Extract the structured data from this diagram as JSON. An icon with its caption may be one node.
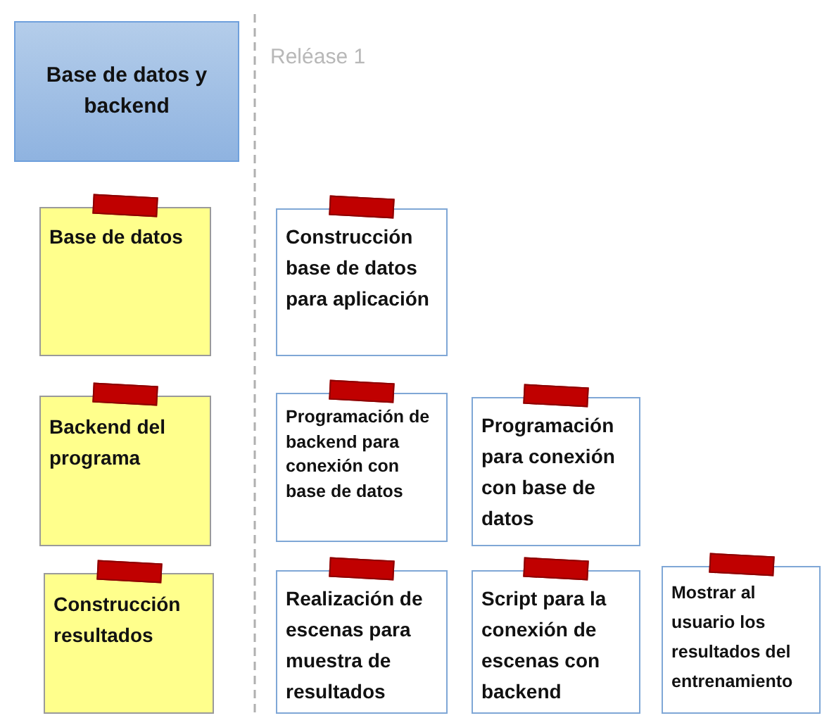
{
  "diagram": {
    "nodes": [
      {
        "text": [
          "Base de datos y backend"
        ]
      },
      {
        "text": [
          "Base de datos"
        ]
      },
      {
        "text": [
          "Construcción base de datos para aplicación"
        ]
      },
      {
        "text": [
          "Backend del programa"
        ]
      },
      {
        "text": [
          "Programación de backend para conexión con base de datos"
        ]
      },
      {
        "text": [
          "Programación para conexión con base de datos"
        ]
      },
      {
        "text": [
          "Construcción resultados"
        ]
      },
      {
        "text": [
          "Realización de escenas para muestra de resultados"
        ]
      },
      {
        "text": [
          "Script para la conexión de escenas con backend"
        ]
      },
      {
        "text": [
          "Mostrar al usuario los resultados del entrenamiento"
        ]
      }
    ],
    "labels": [
      "Reléase 1"
    ]
  }
}
